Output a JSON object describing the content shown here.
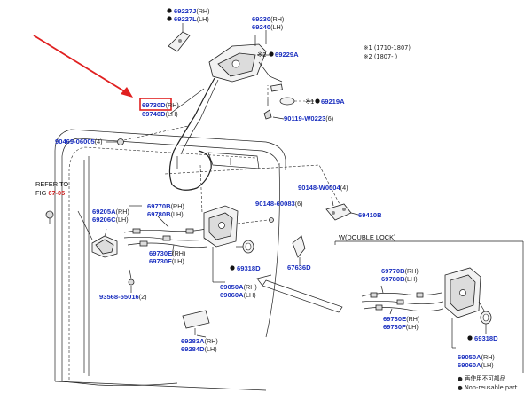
{
  "legend": {
    "note1": "※1 (1710-1807)",
    "note2": "※2 (1807-     )",
    "reuse_jp": "● 再使用不可部品",
    "reuse_en": "● Non-reusable part"
  },
  "refer": {
    "line1": "REFER TO",
    "line2_prefix": "FIG ",
    "line2_ref": "67-05"
  },
  "wlock_title": "W(DOUBLE LOCK)",
  "parts": {
    "p69227J": "69227J",
    "p69227J_s": "(RH)",
    "p69227L": "69227L",
    "p69227L_s": "(LH)",
    "p69230": "69230",
    "p69230_s": "(RH)",
    "p69240": "69240",
    "p69240_s": "(LH)",
    "p69229A_pre": "※2",
    "p69229A": "69229A",
    "p69219A_pre": "※1",
    "p69219A": "69219A",
    "p90119": "90119-W0223",
    "p90119_s": "(6)",
    "p69730D": "69730D",
    "p69730D_s": "(RH)",
    "p69740D": "69740D",
    "p69740D_s": "(LH)",
    "p90469": "90469-06005",
    "p90469_s": "(4)",
    "p90148a": "90148-W0004",
    "p90148a_s": "(4)",
    "p90148b": "90148-60083",
    "p90148b_s": "(6)",
    "p69410B": "69410B",
    "p69205A": "69205A",
    "p69205A_s": "(RH)",
    "p69206C": "69206C",
    "p69206C_s": "(LH)",
    "p69770B": "69770B",
    "p69770B_s": "(RH)",
    "p69780B": "69780B",
    "p69780B_s": "(LH)",
    "p69730E": "69730E",
    "p69730E_s": "(RH)",
    "p69730F": "69730F",
    "p69730F_s": "(LH)",
    "p69318D": "69318D",
    "p67636D": "67636D",
    "p69050A": "69050A",
    "p69050A_s": "(RH)",
    "p69060A": "69060A",
    "p69060A_s": "(LH)",
    "p93568": "93568-55016",
    "p93568_s": "(2)",
    "p69283A": "69283A",
    "p69283A_s": "(RH)",
    "p69284D": "69284D",
    "p69284D_s": "(LH)",
    "w69770B": "69770B",
    "w69770B_s": "(RH)",
    "w69780B": "69780B",
    "w69780B_s": "(LH)",
    "w69730E": "69730E",
    "w69730E_s": "(RH)",
    "w69730F": "69730F",
    "w69730F_s": "(LH)",
    "w69318D": "69318D",
    "w69050A": "69050A",
    "w69050A_s": "(RH)",
    "w69060A": "69060A",
    "w69060A_s": "(LH)"
  },
  "colors": {
    "part_number": "#1a2fbf",
    "highlight": "#e02020",
    "arrow": "#e02020"
  }
}
